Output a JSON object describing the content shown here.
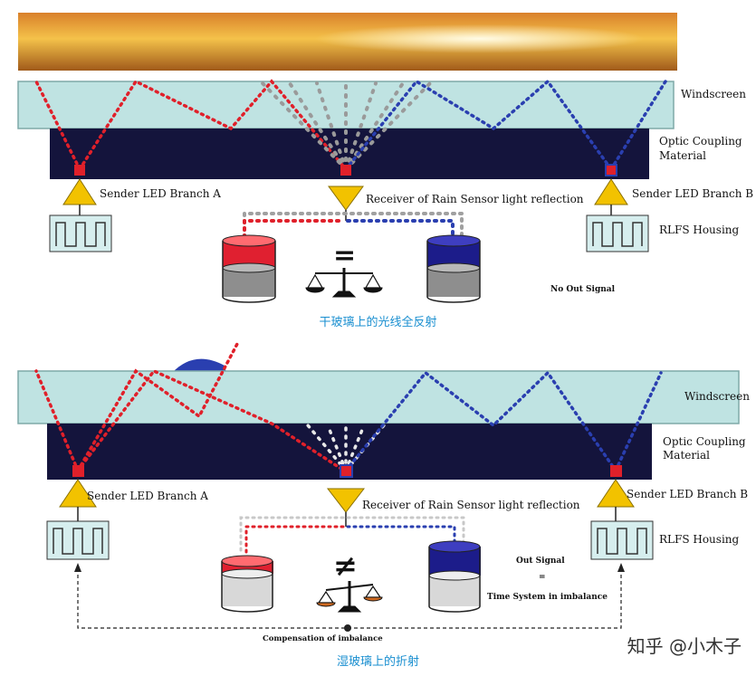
{
  "top_panel": {
    "windscreen": "Windscreen",
    "optic_coupling_line1": "Optic Coupling",
    "optic_coupling_line2": "Material",
    "sender_a": "Sender LED Branch A",
    "receiver": "Receiver of Rain Sensor light reflection",
    "sender_b": "Sender LED Branch B",
    "rlfs_housing": "RLFS Housing",
    "equal_symbol": "=",
    "no_out_signal": "No Out Signal",
    "caption": "干玻璃上的光线全反射"
  },
  "bottom_panel": {
    "windscreen": "Windscreen",
    "optic_coupling_line1": "Optic Coupling",
    "optic_coupling_line2": "Material",
    "sender_a": "Sender LED Branch A",
    "receiver": "Receiver of Rain Sensor light reflection",
    "sender_b": "Sender LED Branch B",
    "rlfs_housing": "RLFS Housing",
    "not_equal_symbol": "≠",
    "out_signal": "Out Signal",
    "equals": "=",
    "time_system": "Time System in imbalance",
    "compensation": "Compensation of imbalance",
    "caption": "湿玻璃上的折射"
  },
  "watermark": "知乎 @小木子",
  "colors": {
    "windscreen": "#bfe3e2",
    "coupling": "#14143c",
    "red_beam": "#e0202a",
    "blue_beam": "#2a3fb0",
    "gray_beam": "#9a9a9a",
    "led": "#f2c200",
    "caption": "#1a8fd0"
  }
}
